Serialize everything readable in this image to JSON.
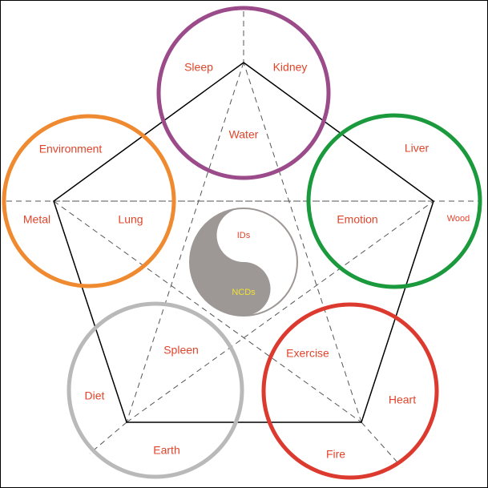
{
  "colors": {
    "label": "#e0452b",
    "water": "#9b4a8a",
    "wood": "#1a9a3c",
    "fire": "#dd3a2f",
    "earth": "#b9b9b9",
    "metal": "#ef8a31",
    "yinyang_dark": "#9d9895",
    "yinyang_ring": "#9d9895",
    "yinyang_label_light": "#e0452b",
    "yinyang_label_dark": "#f0e233",
    "outline": "#000000",
    "dashed": "#555555"
  },
  "elements": {
    "water": {
      "element": "Water",
      "organ": "Kidney",
      "factor": "Sleep"
    },
    "wood": {
      "element": "Wood",
      "organ": "Liver",
      "factor": "Emotion"
    },
    "fire": {
      "element": "Fire",
      "organ": "Heart",
      "factor": "Exercise"
    },
    "earth": {
      "element": "Earth",
      "organ": "Spleen",
      "factor": "Diet"
    },
    "metal": {
      "element": "Metal",
      "organ": "Lung",
      "factor": "Environment"
    }
  },
  "center": {
    "light": "IDs",
    "dark": "NCDs"
  }
}
